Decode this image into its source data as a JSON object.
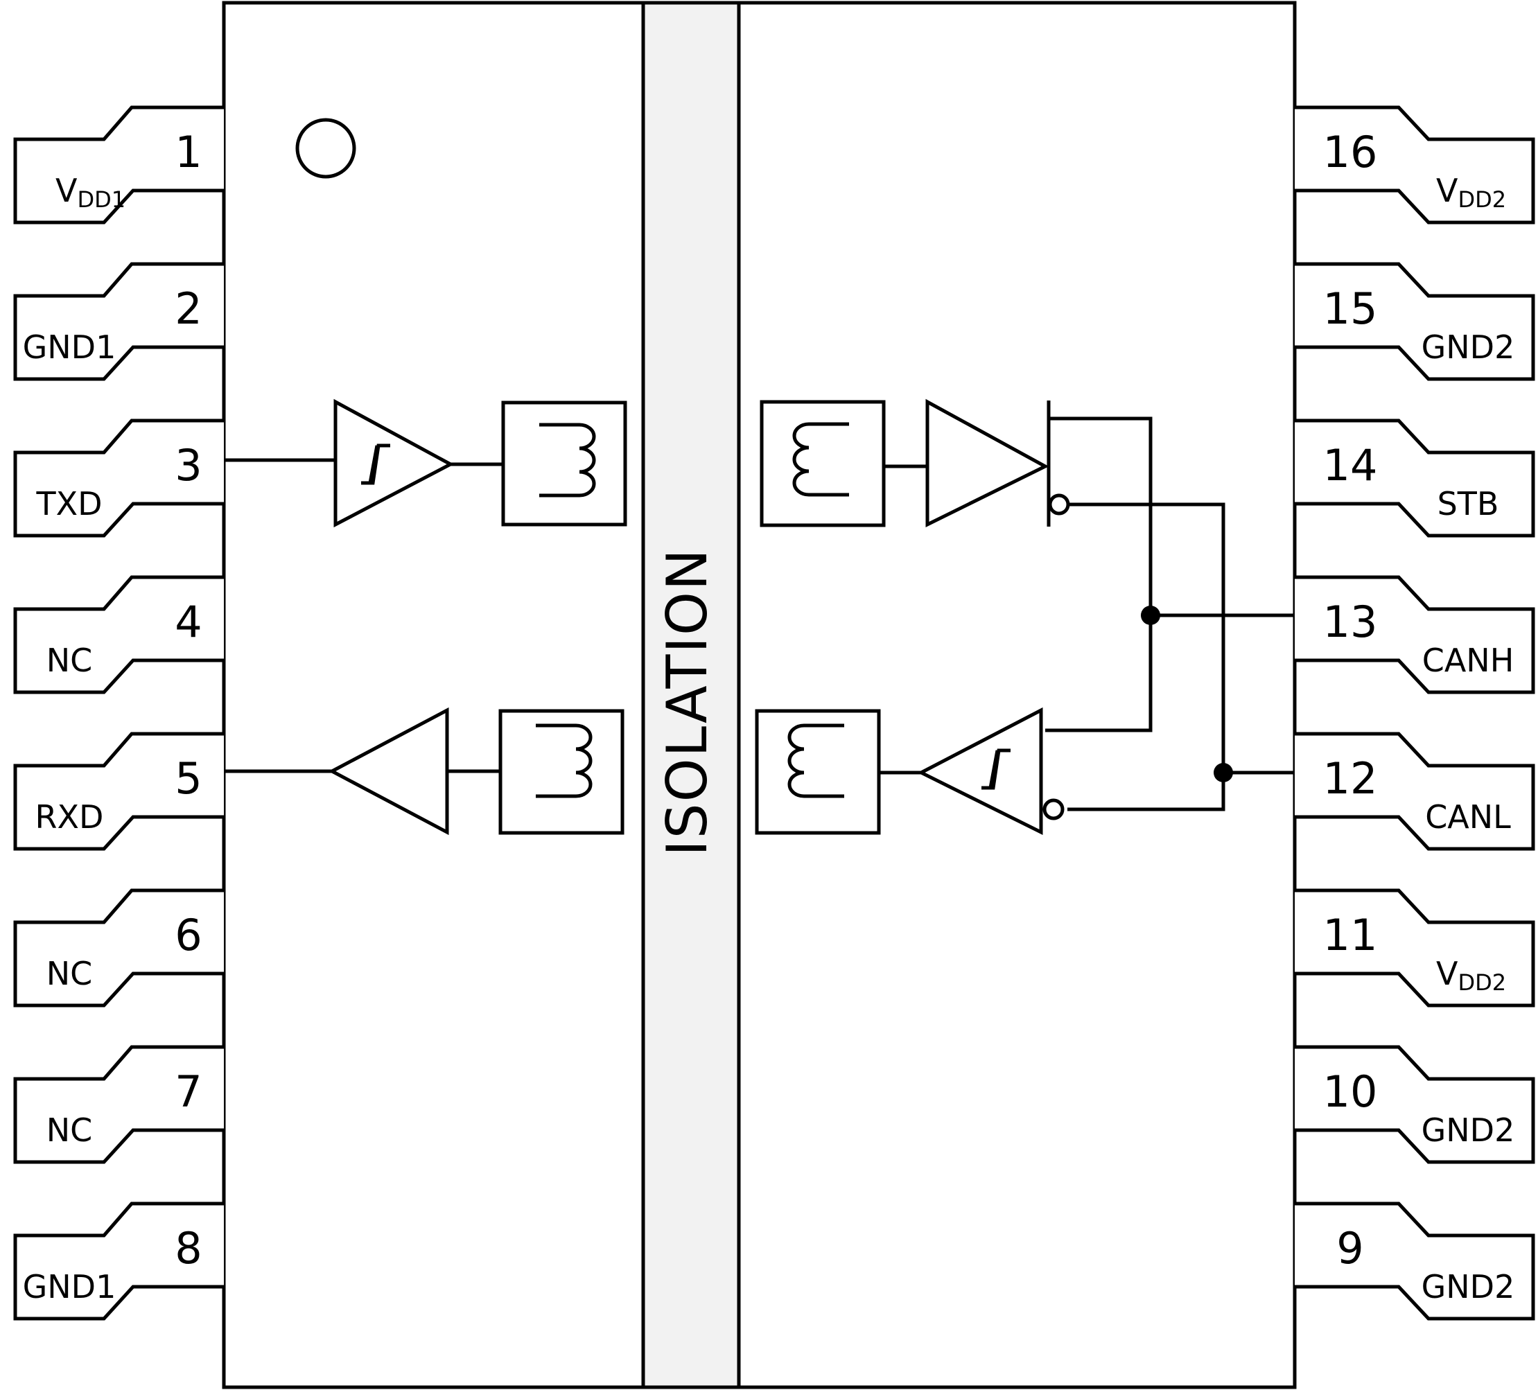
{
  "isolation_label": "ISOLATION",
  "pins_left": [
    {
      "num": "1",
      "name": "V",
      "sub": "DD1"
    },
    {
      "num": "2",
      "name": "GND1",
      "sub": ""
    },
    {
      "num": "3",
      "name": "TXD",
      "sub": ""
    },
    {
      "num": "4",
      "name": "NC",
      "sub": ""
    },
    {
      "num": "5",
      "name": "RXD",
      "sub": ""
    },
    {
      "num": "6",
      "name": "NC",
      "sub": ""
    },
    {
      "num": "7",
      "name": "NC",
      "sub": ""
    },
    {
      "num": "8",
      "name": "GND1",
      "sub": ""
    }
  ],
  "pins_right": [
    {
      "num": "16",
      "name": "V",
      "sub": "DD2"
    },
    {
      "num": "15",
      "name": "GND2",
      "sub": ""
    },
    {
      "num": "14",
      "name": "STB",
      "sub": ""
    },
    {
      "num": "13",
      "name": "CANH",
      "sub": ""
    },
    {
      "num": "12",
      "name": "CANL",
      "sub": ""
    },
    {
      "num": "11",
      "name": "V",
      "sub": "DD2"
    },
    {
      "num": "10",
      "name": "GND2",
      "sub": ""
    },
    {
      "num": "9",
      "name": "GND2",
      "sub": ""
    }
  ]
}
